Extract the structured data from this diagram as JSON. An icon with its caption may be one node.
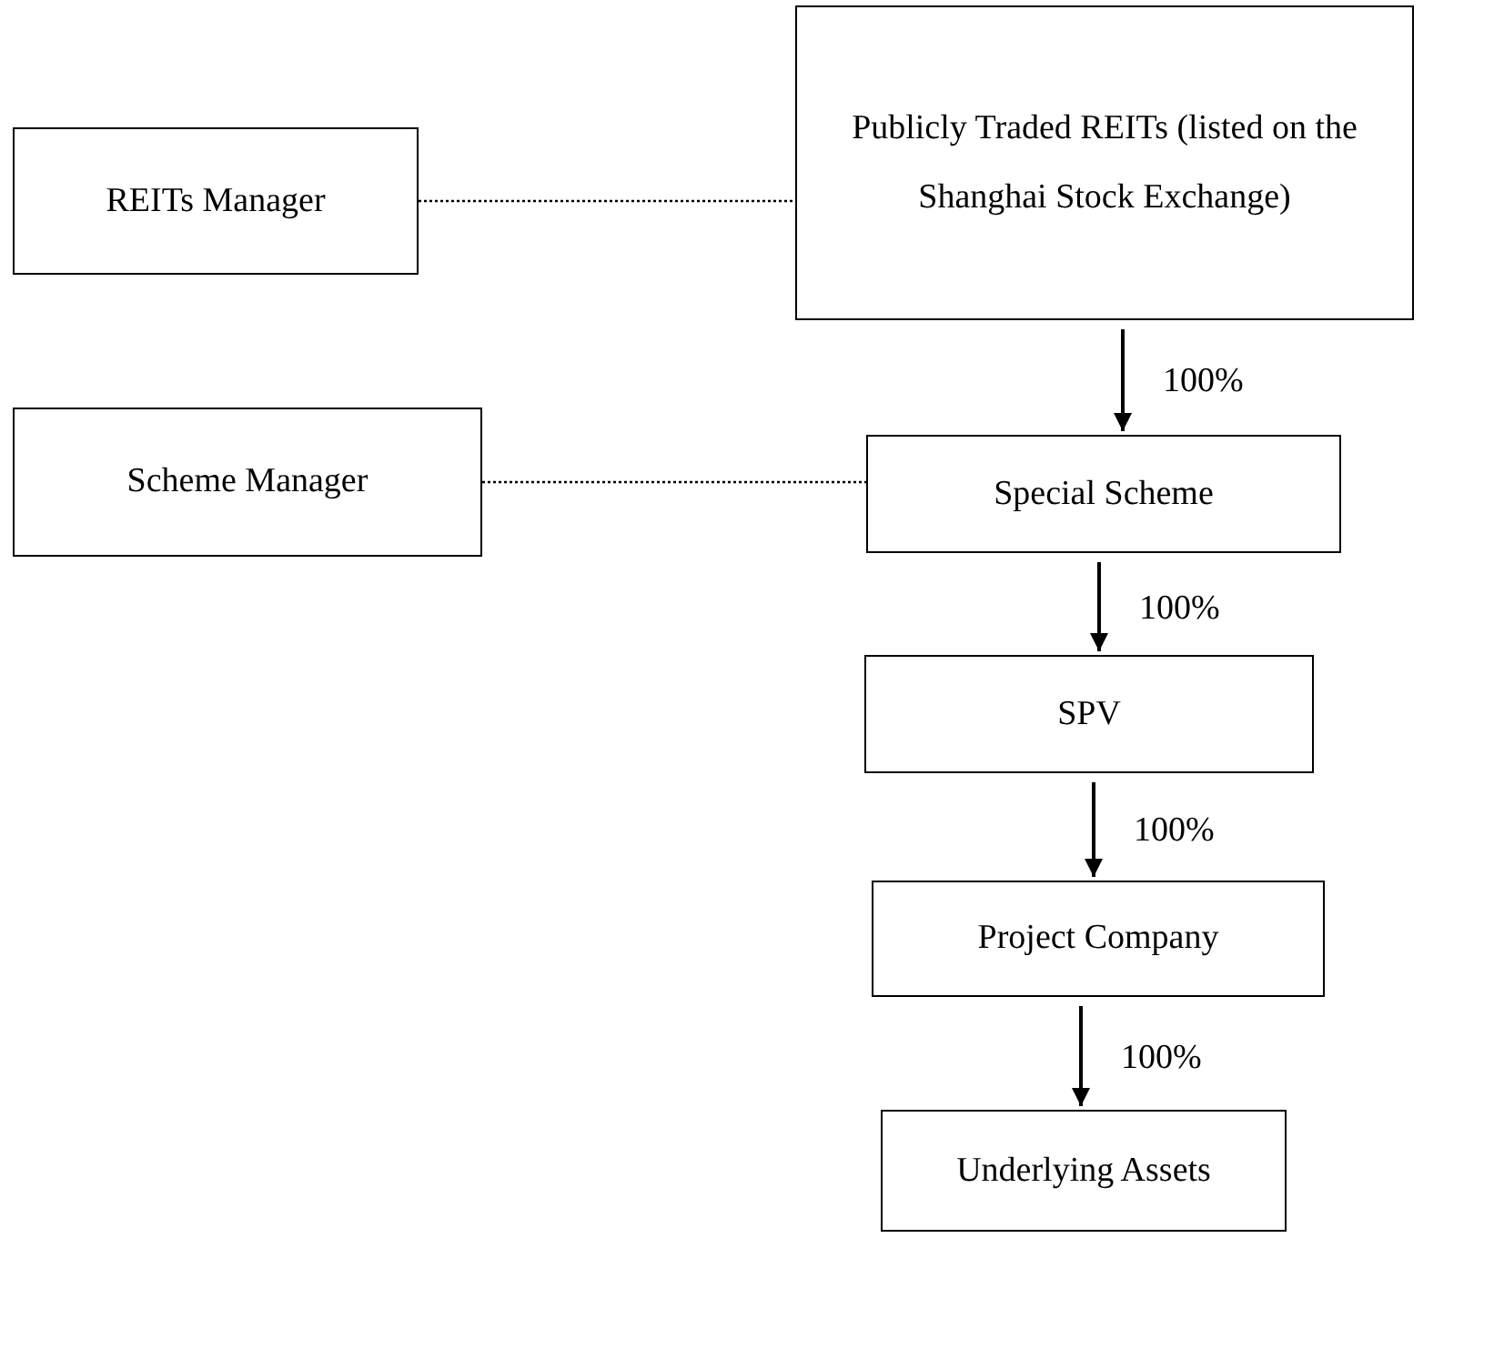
{
  "diagram": {
    "nodes": [
      {
        "text": [
          "REITs Manager"
        ]
      },
      {
        "text": [
          "Publicly Traded REITs (listed on the Shanghai Stock Exchange)"
        ]
      },
      {
        "text": [
          "Scheme Manager"
        ]
      },
      {
        "text": [
          "Special Scheme"
        ]
      },
      {
        "text": [
          "SPV"
        ]
      },
      {
        "text": [
          "Project Company"
        ]
      },
      {
        "text": [
          "Underlying Assets"
        ]
      }
    ],
    "edges": [
      {
        "from": 0,
        "to": 1,
        "arrow": "none",
        "style": "dashed"
      },
      {
        "from": 1,
        "to": 3,
        "arrow": "to",
        "label": "100%"
      },
      {
        "from": 2,
        "to": 3,
        "arrow": "none",
        "style": "dashed"
      },
      {
        "from": 3,
        "to": 4,
        "arrow": "to",
        "label": "100%"
      },
      {
        "from": 4,
        "to": 5,
        "arrow": "to",
        "label": "100%"
      },
      {
        "from": 5,
        "to": 6,
        "arrow": "to",
        "label": "100%"
      }
    ]
  }
}
